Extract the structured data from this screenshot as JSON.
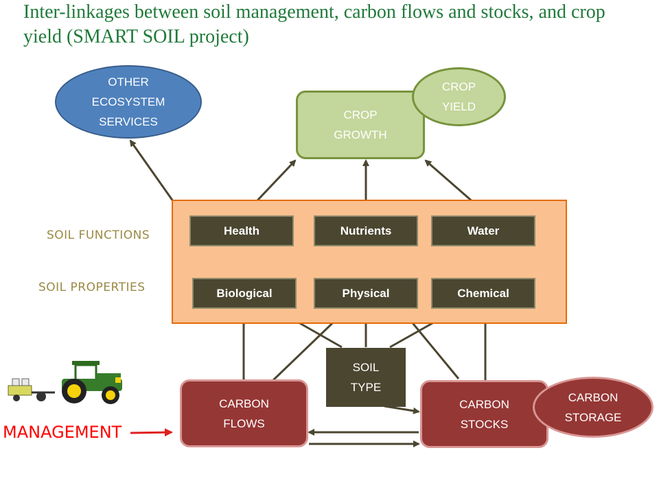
{
  "title": "Inter-linkages between soil management, carbon flows and stocks, and crop yield (SMART SOIL project)",
  "nodes": {
    "other_ecosystem_services": [
      "OTHER",
      "ECOSYSTEM",
      "SERVICES"
    ],
    "crop_growth": [
      "CROP",
      "GROWTH"
    ],
    "crop_yield": [
      "CROP",
      "YIELD"
    ],
    "health": "Health",
    "nutrients": "Nutrients",
    "water": "Water",
    "biological": "Biological",
    "physical": "Physical",
    "chemical": "Chemical",
    "soil_type": [
      "SOIL",
      "TYPE"
    ],
    "carbon_flows": [
      "CARBON",
      "FLOWS"
    ],
    "carbon_stocks": [
      "CARBON",
      "STOCKS"
    ],
    "carbon_storage": [
      "CARBON",
      "STORAGE"
    ],
    "management": "MANAGEMENT"
  },
  "labels": {
    "soil_functions": "SOIL FUNCTIONS",
    "soil_properties": "SOIL PROPERTIES"
  },
  "colors": {
    "title": "#1f7a3a",
    "ecosystem_fill": "#4f81bd",
    "crop_fill": "#c3d69b",
    "crop_border": "#77933c",
    "soil_panel": "#fac090",
    "soil_panel_border": "#e46c0a",
    "dark_box": "#4b4630",
    "carbon_fill": "#953735",
    "arrow": "#4b4630",
    "management": "#ff0000"
  },
  "icons": {
    "tractor": "tractor-icon"
  }
}
